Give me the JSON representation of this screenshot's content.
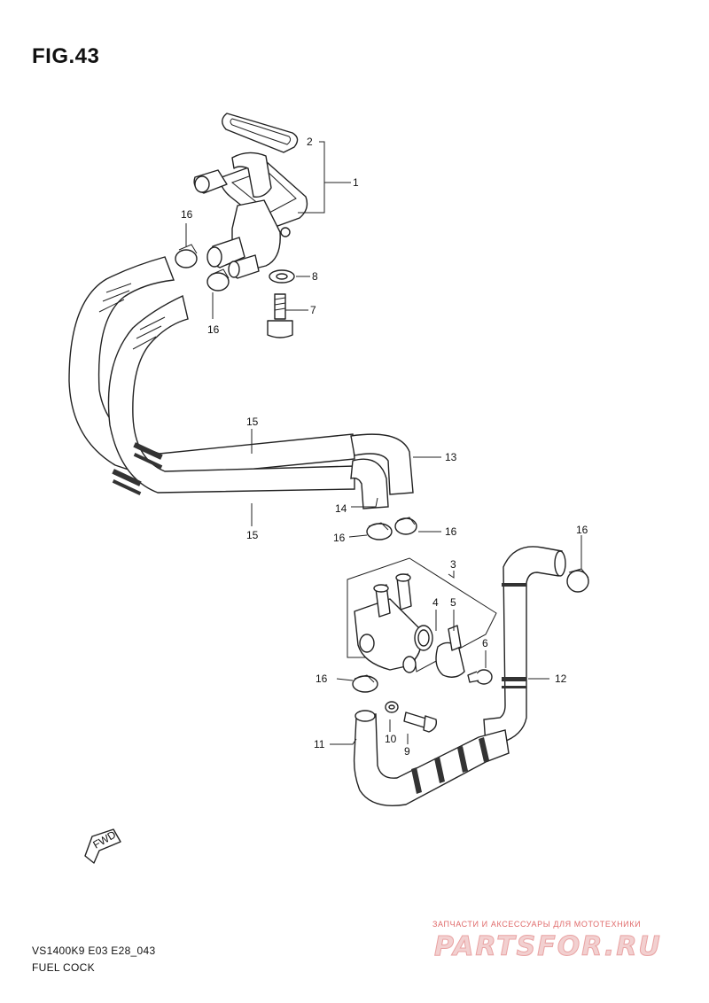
{
  "figure": {
    "title": "FIG.43"
  },
  "callouts": {
    "c1": "1",
    "c2": "2",
    "c3": "3",
    "c4": "4",
    "c5": "5",
    "c6": "6",
    "c7": "7",
    "c8": "8",
    "c9": "9",
    "c10": "10",
    "c11": "11",
    "c12": "12",
    "c13": "13",
    "c14": "14",
    "c15_top": "15",
    "c15_bottom": "15",
    "c16_a": "16",
    "c16_b": "16",
    "c16_c": "16",
    "c16_d": "16",
    "c16_e": "16",
    "c16_f": "16"
  },
  "fwd_label": "FWD",
  "footer": {
    "model_code": "VS1400K9 E03 E28_043",
    "section_name": "FUEL COCK"
  },
  "watermark": {
    "tagline": "ЗАПЧАСТИ И АКСЕССУАРЫ ДЛЯ МОТОТЕХНИКИ",
    "logo": "PARTSFOR.RU"
  },
  "colors": {
    "line": "#222222",
    "watermark_red": "#e06a6a"
  }
}
